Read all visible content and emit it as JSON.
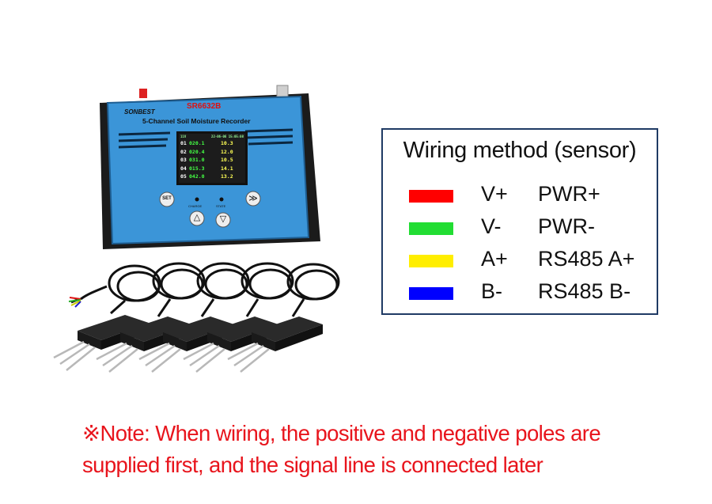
{
  "device": {
    "brand": "SONBEST",
    "model": "SR6632B",
    "subtitle": "5-Channel Soil Moisture Recorder",
    "screen_header_left": "11V",
    "screen_header_right": "22-06-06 15:05:08",
    "channels": [
      {
        "id": "01",
        "moisture": "020.1",
        "temp": "10.3"
      },
      {
        "id": "02",
        "moisture": "020.4",
        "temp": "12.0"
      },
      {
        "id": "03",
        "moisture": "031.0",
        "temp": "10.5"
      },
      {
        "id": "04",
        "moisture": "015.3",
        "temp": "14.1"
      },
      {
        "id": "05",
        "moisture": "042.0",
        "temp": "13.2"
      }
    ],
    "buttons": {
      "set": "SET",
      "up": "△",
      "down": "▽",
      "next": "≫"
    },
    "labels": {
      "charge": "CHARGE",
      "state": "STATE"
    }
  },
  "legend": {
    "title": "Wiring method (sensor)",
    "rows": [
      {
        "color": "#ff0000",
        "pin": "V+",
        "signal": "PWR+"
      },
      {
        "color": "#22dd33",
        "pin": "V-",
        "signal": "PWR-"
      },
      {
        "color": "#ffee00",
        "pin": "A+",
        "signal": "RS485 A+"
      },
      {
        "color": "#0000ff",
        "pin": "B-",
        "signal": "RS485 B-"
      }
    ]
  },
  "note": {
    "line1": "※Note: When wiring, the positive and negative poles are",
    "line2": "supplied first, and the signal line is connected later"
  }
}
